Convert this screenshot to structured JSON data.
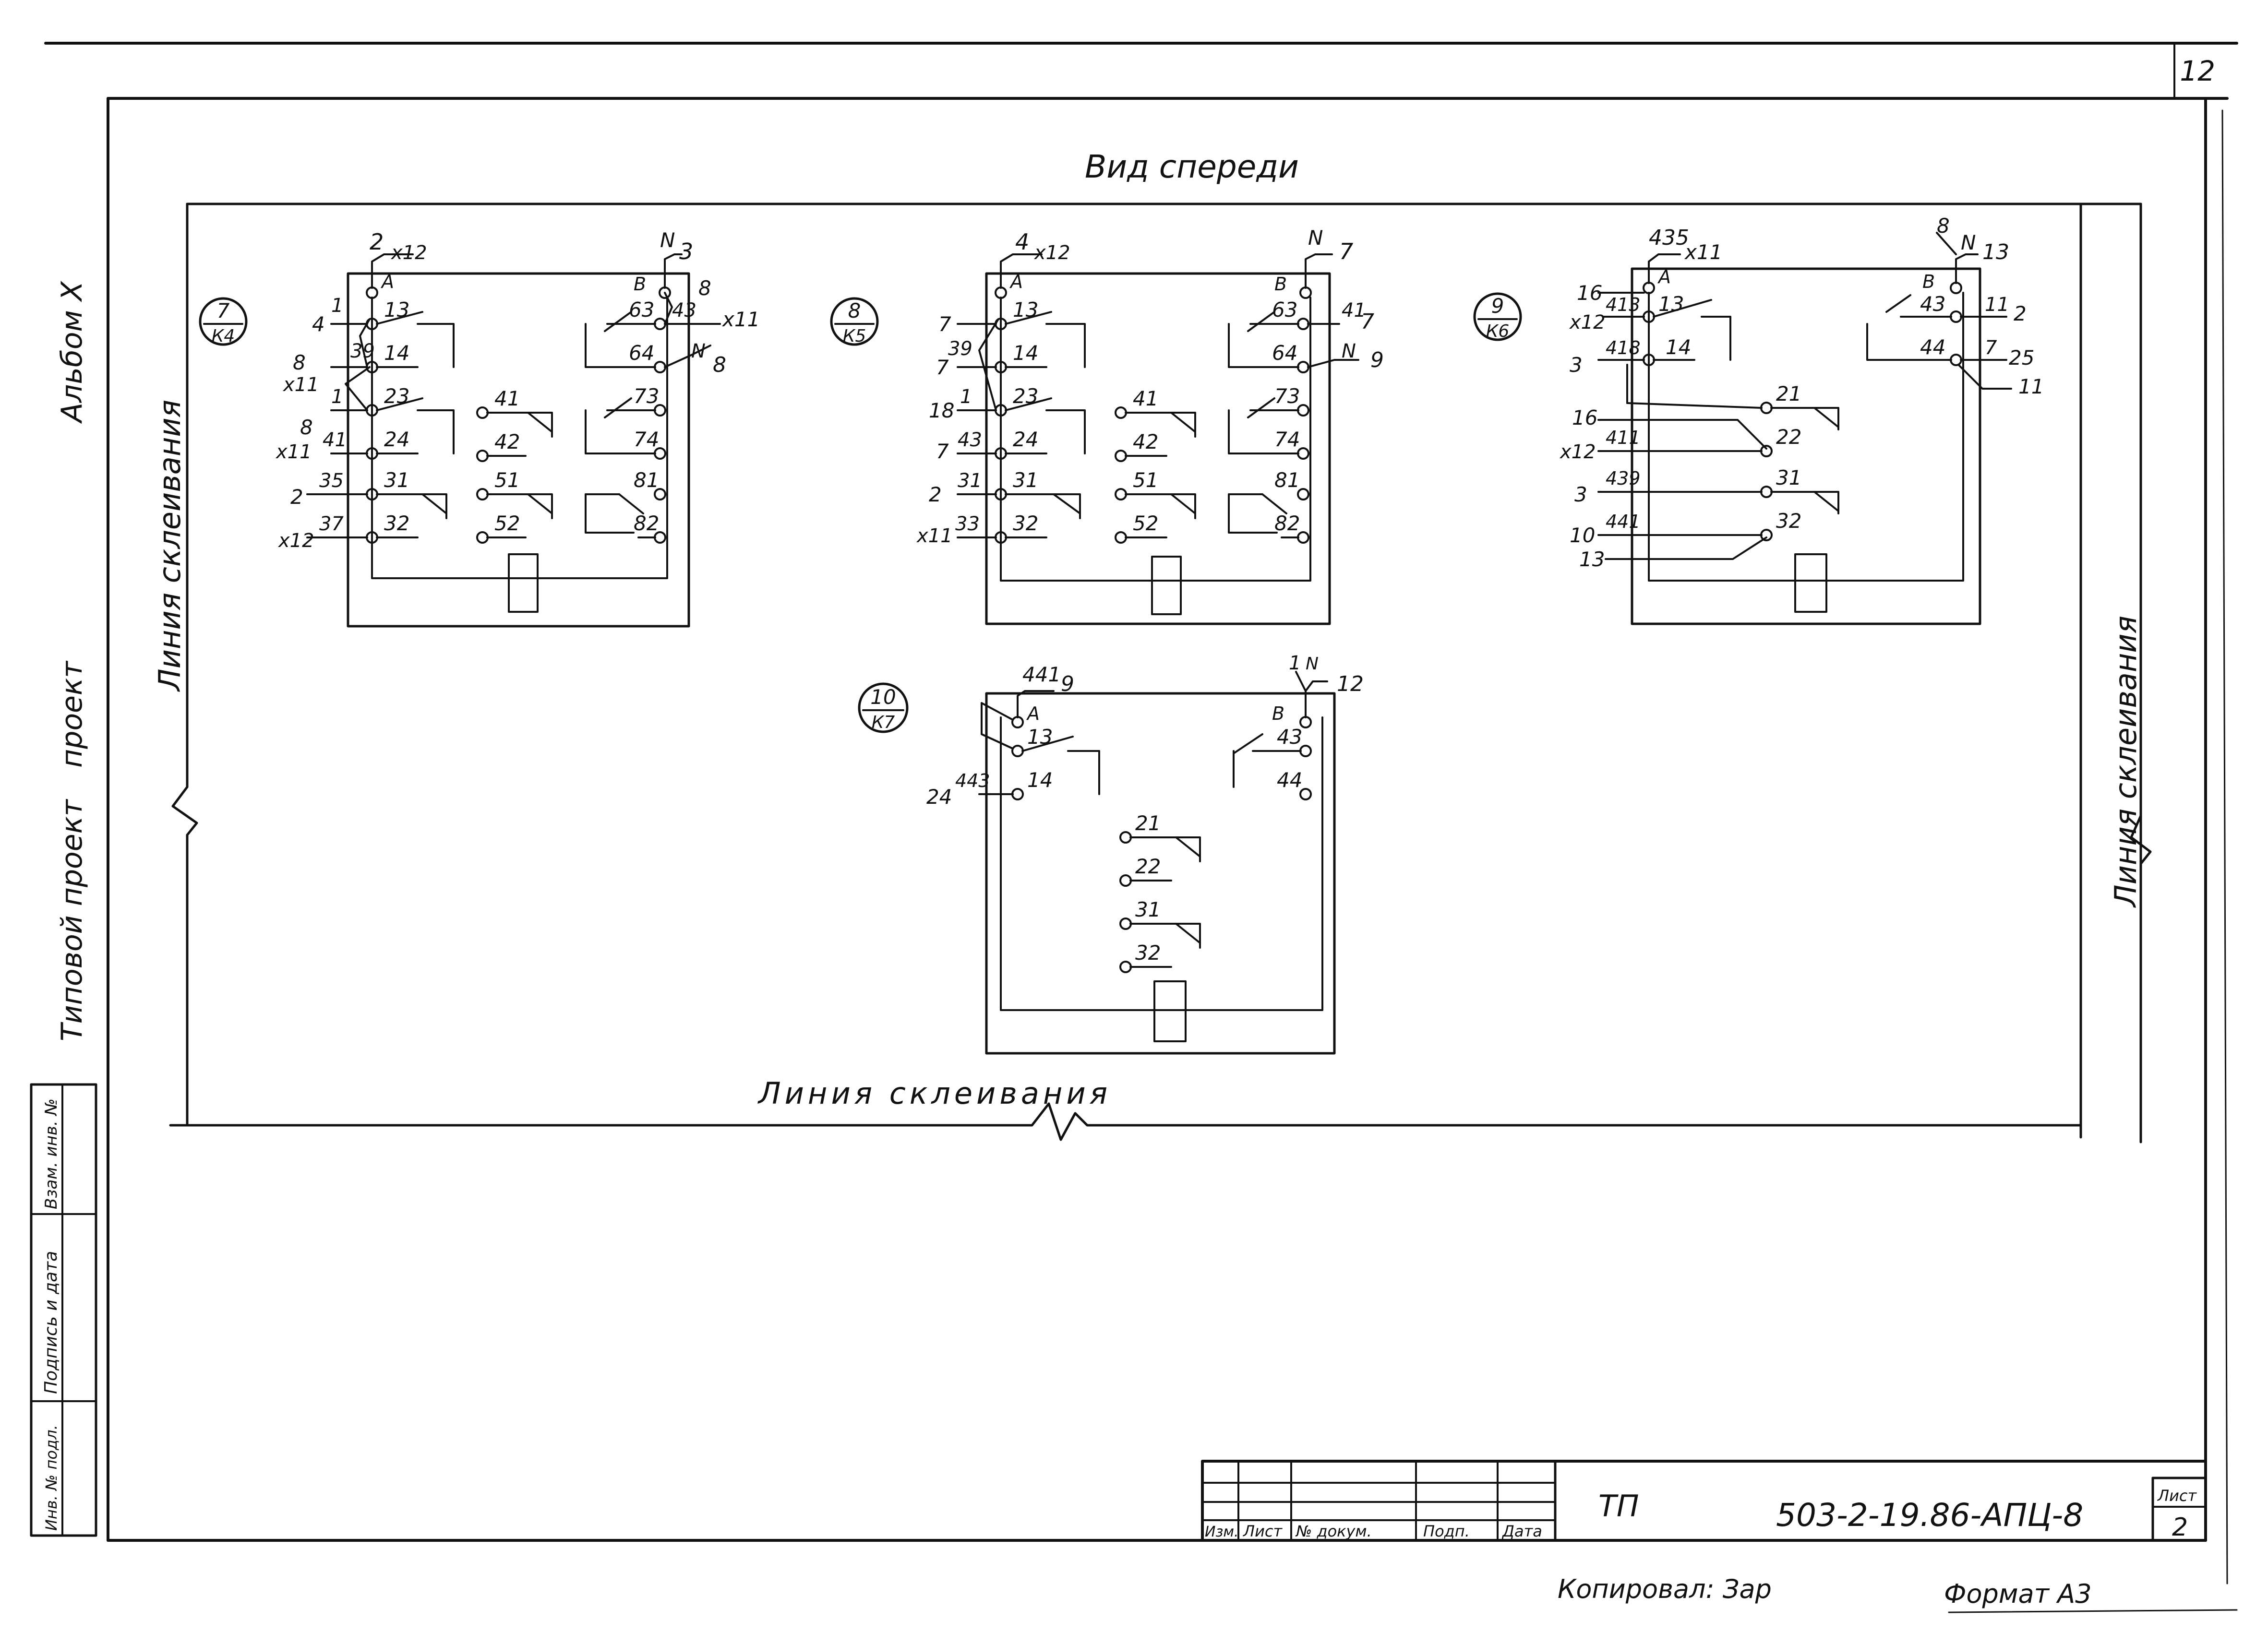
{
  "sheet": {
    "page_number": "12",
    "view_title": "Вид спереди",
    "glue_line_label": "Линия склеивания",
    "left_margin": {
      "album": "Альбом X",
      "project_top": "проект",
      "project_bottom": "Типовой проект"
    },
    "stamp_column": {
      "inv_podl": "Инв. № подл.",
      "podpis_data": "Подпись и дата",
      "vzam_inv": "Взам. инв. №"
    }
  },
  "devices": [
    {
      "id": "d7",
      "tag": {
        "num": "7",
        "ref": "К4"
      },
      "top_left": {
        "top": "2",
        "side": "х12",
        "pin": "А"
      },
      "top_right": {
        "top": "N",
        "side": "3",
        "pin": "В"
      },
      "right_contacts": [
        {
          "pins": [
            "63",
            "64"
          ],
          "wires": [
            "43",
            "N"
          ],
          "extra": [
            "8",
            "х11",
            "8"
          ]
        },
        {
          "pins": [
            "73",
            "74"
          ]
        },
        {
          "pins": [
            "81",
            "82"
          ]
        }
      ],
      "left_contacts": [
        {
          "pins": [
            "13",
            "14"
          ],
          "wires": [
            "1",
            "39"
          ],
          "side": [
            "4",
            "8",
            "х11"
          ]
        },
        {
          "pins": [
            "23",
            "24"
          ],
          "wires": [
            "1",
            "41"
          ],
          "side": [
            "8",
            "х11"
          ]
        },
        {
          "pins": [
            "31",
            "32"
          ],
          "wires": [
            "35",
            "37"
          ],
          "side": [
            "2",
            "х12"
          ]
        }
      ],
      "mid_contacts": [
        {
          "pins": [
            "41",
            "42"
          ]
        },
        {
          "pins": [
            "51",
            "52"
          ]
        }
      ]
    },
    {
      "id": "d8",
      "tag": {
        "num": "8",
        "ref": "К5"
      },
      "top_left": {
        "top": "4",
        "side": "х12",
        "pin": "А"
      },
      "top_right": {
        "top": "N",
        "side": "7",
        "pin": "В"
      },
      "right_contacts": [
        {
          "pins": [
            "63",
            "64"
          ],
          "wires": [
            "41",
            "N"
          ],
          "extra": [
            "7",
            "9"
          ]
        },
        {
          "pins": [
            "73",
            "74"
          ]
        },
        {
          "pins": [
            "81",
            "82"
          ]
        }
      ],
      "left_contacts": [
        {
          "pins": [
            "13",
            "14"
          ],
          "wires": [
            "39"
          ],
          "side": [
            "7",
            "7"
          ]
        },
        {
          "pins": [
            "23",
            "24"
          ],
          "wires": [
            "1",
            "43"
          ],
          "side": [
            "18",
            "7"
          ]
        },
        {
          "pins": [
            "31",
            "32"
          ],
          "wires": [
            "31",
            "33"
          ],
          "side": [
            "2",
            "х11"
          ]
        }
      ],
      "mid_contacts": [
        {
          "pins": [
            "41",
            "42"
          ]
        },
        {
          "pins": [
            "51",
            "52"
          ]
        }
      ]
    },
    {
      "id": "d9",
      "tag": {
        "num": "9",
        "ref": "К6"
      },
      "top_left": {
        "top": "435",
        "side": "х11",
        "pin": "А"
      },
      "top_right": {
        "top": "N",
        "side": "13",
        "pin": "В",
        "extra": "8"
      },
      "right_contacts": [
        {
          "pins": [
            "43",
            "44"
          ],
          "wires": [
            "11",
            "7"
          ],
          "extra": [
            "2",
            "25",
            "11"
          ]
        }
      ],
      "left_contacts": [
        {
          "pins": [
            "13",
            "14"
          ],
          "wires": [
            "413",
            "418"
          ],
          "side": [
            "16",
            "х12",
            "3"
          ]
        }
      ],
      "mid_contacts": [
        {
          "pins": [
            "21",
            "22"
          ],
          "wires": [
            "411"
          ],
          "side": [
            "16",
            "х12"
          ]
        },
        {
          "pins": [
            "31",
            "32"
          ],
          "wires": [
            "439",
            "441"
          ],
          "side": [
            "3",
            "10",
            "13"
          ]
        }
      ]
    },
    {
      "id": "d10",
      "tag": {
        "num": "10",
        "ref": "К7"
      },
      "top_left": {
        "top": "441",
        "side": "9",
        "pin": "А"
      },
      "top_right": {
        "top": "1",
        "side": "12",
        "pin": "В",
        "extra": "N"
      },
      "right_contacts": [
        {
          "pins": [
            "43",
            "44"
          ]
        }
      ],
      "left_contacts": [
        {
          "pins": [
            "13",
            "14"
          ],
          "wires": [
            "443"
          ],
          "side": [
            "24"
          ]
        }
      ],
      "mid_contacts": [
        {
          "pins": [
            "21",
            "22"
          ]
        },
        {
          "pins": [
            "31",
            "32"
          ]
        }
      ]
    }
  ],
  "title_block": {
    "headers": [
      "Изм.",
      "Лист",
      "№ докум.",
      "Подп.",
      "Дата"
    ],
    "series": "ТП",
    "code": "503-2-19.86-АПЦ-8",
    "sheet_label": "Лист",
    "sheet_value": "2"
  },
  "footer": {
    "copied": "Копировал: Зар",
    "format": "Формат А3"
  }
}
